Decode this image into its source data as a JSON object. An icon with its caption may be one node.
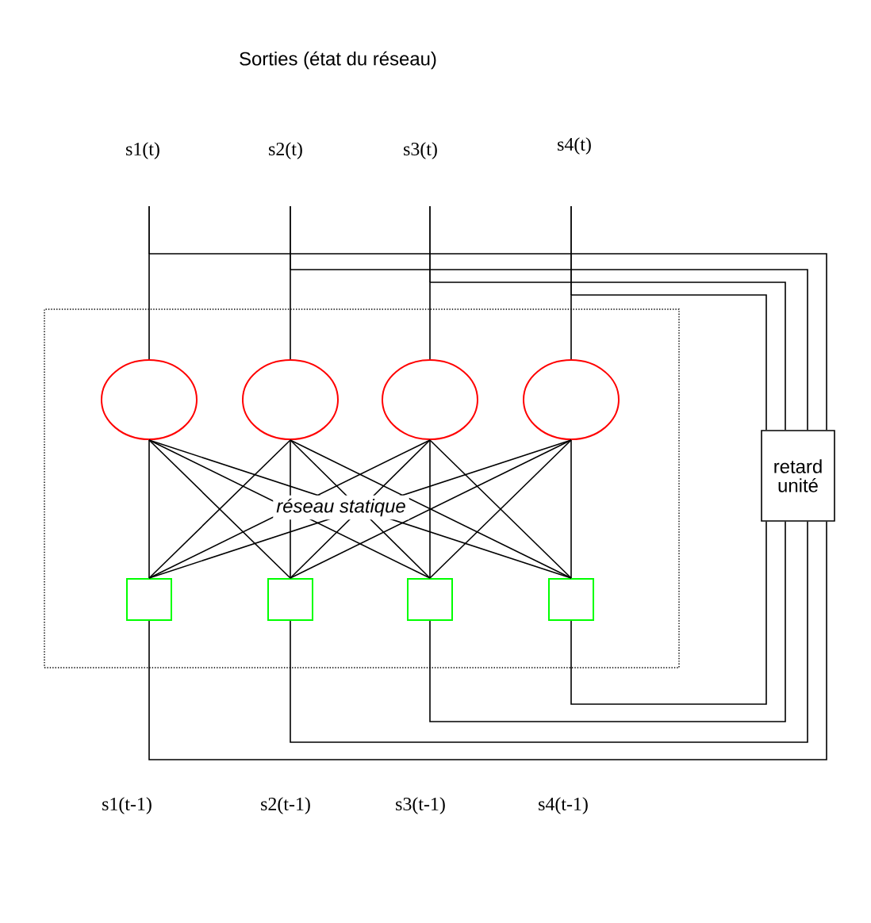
{
  "diagram": {
    "title": "Sorties (état du réseau)",
    "nodes": [
      {
        "text": [],
        "shape": "box"
      },
      {
        "text": [],
        "shape": "circle",
        "in": 0
      },
      {
        "text": [],
        "shape": "circle",
        "in": 0
      },
      {
        "text": [],
        "shape": "circle",
        "in": 0
      },
      {
        "text": [],
        "shape": "circle",
        "in": 0
      },
      {
        "text": [],
        "shape": "box",
        "in": 0
      },
      {
        "text": [],
        "shape": "box",
        "in": 0
      },
      {
        "text": [],
        "shape": "box",
        "in": 0
      },
      {
        "text": [],
        "shape": "box",
        "in": 0
      },
      {
        "text": [
          "retard unité"
        ]
      }
    ],
    "edges": [
      {
        "from": 5,
        "to": 1,
        "arrow": "none"
      },
      {
        "from": 5,
        "to": 2,
        "arrow": "none"
      },
      {
        "from": 5,
        "to": 3,
        "arrow": "none"
      },
      {
        "from": 5,
        "to": 4,
        "arrow": "none"
      },
      {
        "from": 6,
        "to": 1,
        "arrow": "none"
      },
      {
        "from": 6,
        "to": 2,
        "arrow": "none"
      },
      {
        "from": 6,
        "to": 3,
        "arrow": "none"
      },
      {
        "from": 6,
        "to": 4,
        "arrow": "none"
      },
      {
        "from": 7,
        "to": 1,
        "arrow": "none"
      },
      {
        "from": 7,
        "to": 2,
        "arrow": "none"
      },
      {
        "from": 7,
        "to": 3,
        "arrow": "none"
      },
      {
        "from": 7,
        "to": 4,
        "arrow": "none"
      },
      {
        "from": 8,
        "to": 1,
        "arrow": "none"
      },
      {
        "from": 8,
        "to": 2,
        "arrow": "none"
      },
      {
        "from": 8,
        "to": 3,
        "arrow": "none"
      },
      {
        "from": 8,
        "to": 4,
        "arrow": "none"
      },
      {
        "from": 1,
        "to": 9,
        "arrow": "none"
      },
      {
        "from": 2,
        "to": 9,
        "arrow": "none"
      },
      {
        "from": 3,
        "to": 9,
        "arrow": "none"
      },
      {
        "from": 4,
        "to": 9,
        "arrow": "none"
      },
      {
        "from": 9,
        "to": 5,
        "arrow": "none"
      },
      {
        "from": 9,
        "to": 6,
        "arrow": "none"
      },
      {
        "from": 9,
        "to": 7,
        "arrow": "none"
      },
      {
        "from": 9,
        "to": 8,
        "arrow": "none"
      }
    ],
    "labels": [
      "s1(t)",
      "s2(t)",
      "s3(t)",
      "s4(t)",
      "réseau statique",
      "s1(t-1)",
      "s2(t-1)",
      "s3(t-1)",
      "s4(t-1)"
    ]
  }
}
